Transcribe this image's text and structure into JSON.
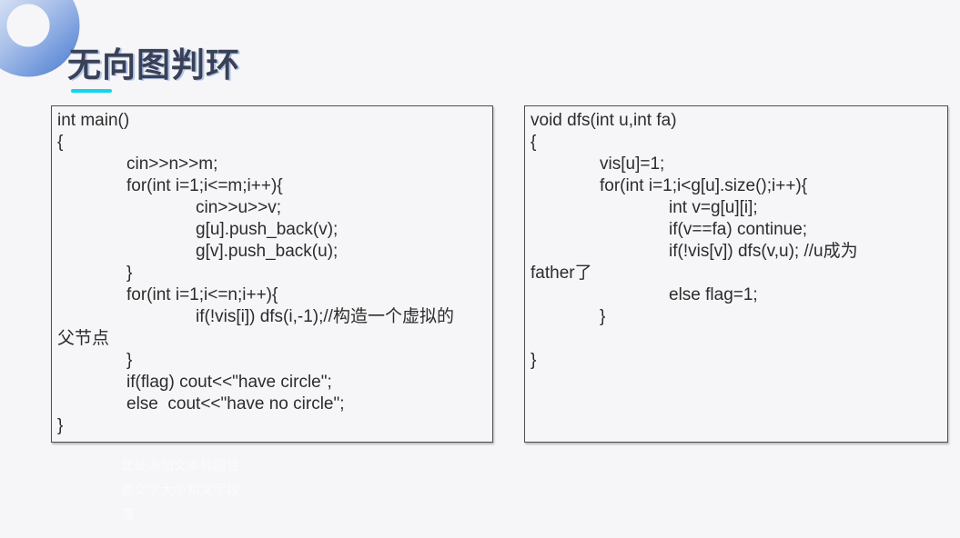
{
  "slide": {
    "title": "无向图判环",
    "background_color": "#f6f6f8",
    "title_color": "#3a4156",
    "underline_color": "#0cd6f0",
    "box_border_color": "#4e4e4e",
    "code_text_color": "#2c2c2c"
  },
  "decor": {
    "ring_icon": "ring-decoration",
    "ring_gradient_from": "#e6ebf6",
    "ring_gradient_to": "#4d7ed2"
  },
  "code_blocks": [
    {
      "id": "main-function",
      "lines": [
        {
          "indent": 0,
          "text": "int main()"
        },
        {
          "indent": 0,
          "text": "{"
        },
        {
          "indent": 1,
          "text": "cin>>n>>m;"
        },
        {
          "indent": 1,
          "text": "for(int i=1;i<=m;i++){"
        },
        {
          "indent": 2,
          "text": "cin>>u>>v;"
        },
        {
          "indent": 2,
          "text": "g[u].push_back(v);"
        },
        {
          "indent": 2,
          "text": "g[v].push_back(u);"
        },
        {
          "indent": 1,
          "text": "}"
        },
        {
          "indent": 1,
          "text": "for(int i=1;i<=n;i++){"
        },
        {
          "indent": 2,
          "text": "if(!vis[i]) dfs(i,-1);//构造一个虚拟的"
        },
        {
          "indent": 0,
          "text": "父节点"
        },
        {
          "indent": 1,
          "text": "}"
        },
        {
          "indent": 1,
          "text": "if(flag) cout<<\"have circle\";"
        },
        {
          "indent": 1,
          "text": "else  cout<<\"have no circle\";"
        },
        {
          "indent": 0,
          "text": "}"
        }
      ]
    },
    {
      "id": "dfs-function",
      "lines": [
        {
          "indent": 0,
          "text": "void dfs(int u,int fa)"
        },
        {
          "indent": 0,
          "text": "{"
        },
        {
          "indent": 1,
          "text": "vis[u]=1;"
        },
        {
          "indent": 1,
          "text": "for(int i=1;i<g[u].size();i++){"
        },
        {
          "indent": 2,
          "text": "int v=g[u][i];"
        },
        {
          "indent": 2,
          "text": "if(v==fa) continue;"
        },
        {
          "indent": 2,
          "text": "if(!vis[v]) dfs(v,u); //u成为"
        },
        {
          "indent": 0,
          "text": "father了"
        },
        {
          "indent": 2,
          "text": "else flag=1;"
        },
        {
          "indent": 1,
          "text": "}"
        },
        {
          "indent": 0,
          "text": ""
        },
        {
          "indent": 0,
          "text": "}"
        }
      ]
    }
  ],
  "placeholder": {
    "lines": [
      "此处添加文本标题注",
      "意文字大小和文字段",
      "落"
    ]
  }
}
